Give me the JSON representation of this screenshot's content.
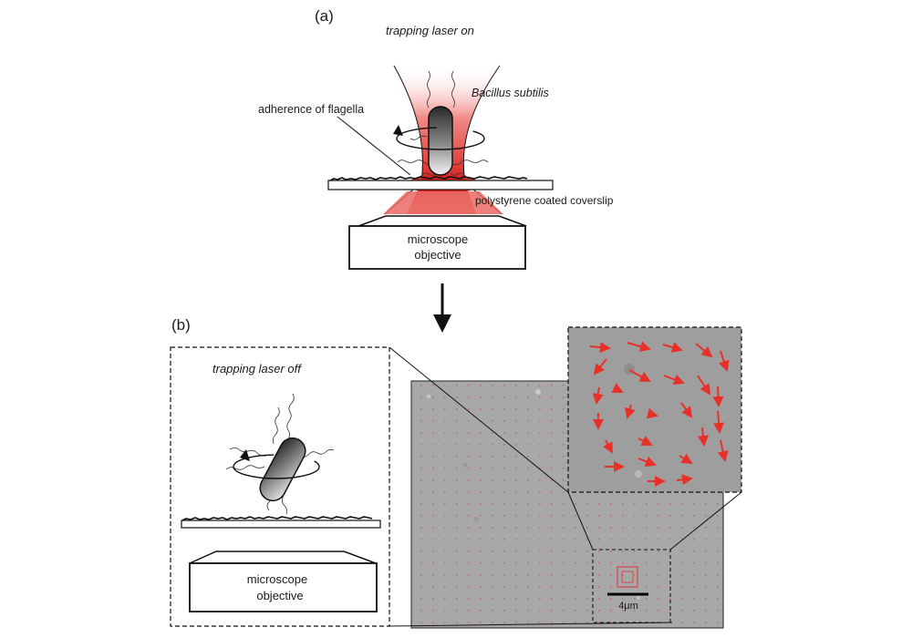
{
  "panel_a": {
    "label": "(a)",
    "title": "trapping laser on",
    "bacterium_label": "Bacillus subtilis",
    "flagella_label": "adherence of flagella",
    "coverslip_label": "polystyrene coated coverslip",
    "objective_line1": "microscope",
    "objective_line2": "objective"
  },
  "panel_b": {
    "label": "(b)",
    "title": "trapping laser off",
    "objective_line1": "microscope",
    "objective_line2": "objective",
    "scale_bar_label": "4μm"
  },
  "colors": {
    "laser": "#e02a2a",
    "arrow": "#e8302a",
    "micrograph": "#a9a9a9",
    "outline": "#111111"
  },
  "icons": [
    "rotation-arrow-icon",
    "down-arrow-icon"
  ]
}
